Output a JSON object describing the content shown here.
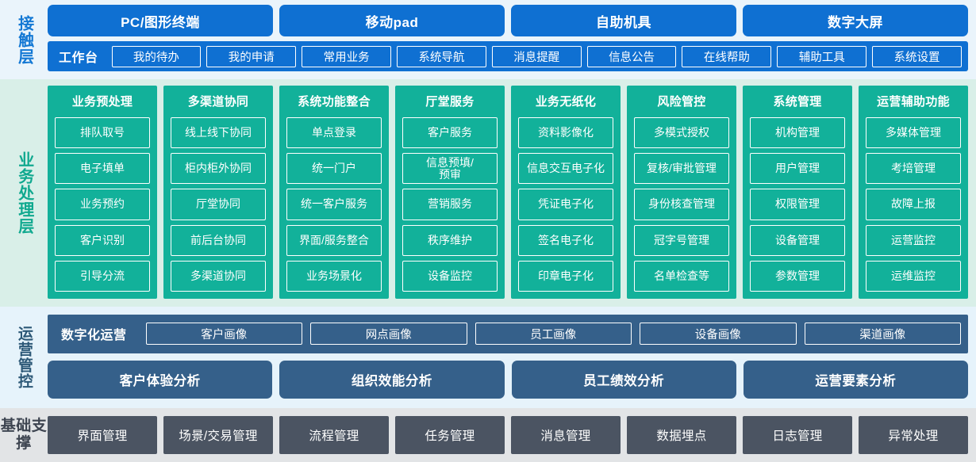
{
  "layers": {
    "contact": {
      "label": "接触层",
      "accent": "#0f70d2",
      "terminals": [
        {
          "label": "PC/图形终端"
        },
        {
          "label": "移动pad"
        },
        {
          "label": "自助机具"
        },
        {
          "label": "数字大屏"
        }
      ],
      "workbench": {
        "title": "工作台",
        "items": [
          {
            "label": "我的待办"
          },
          {
            "label": "我的申请"
          },
          {
            "label": "常用业务"
          },
          {
            "label": "系统导航"
          },
          {
            "label": "消息提醒"
          },
          {
            "label": "信息公告"
          },
          {
            "label": "在线帮助"
          },
          {
            "label": "辅助工具"
          },
          {
            "label": "系统设置"
          }
        ]
      }
    },
    "business": {
      "label": "业务处理层",
      "accent": "#12b19a",
      "columns": [
        {
          "title": "业务预处理",
          "items": [
            {
              "label": "排队取号"
            },
            {
              "label": "电子填单"
            },
            {
              "label": "业务预约"
            },
            {
              "label": "客户识别"
            },
            {
              "label": "引导分流"
            }
          ]
        },
        {
          "title": "多渠道协同",
          "items": [
            {
              "label": "线上线下协同"
            },
            {
              "label": "柜内柜外协同"
            },
            {
              "label": "厅堂协同"
            },
            {
              "label": "前后台协同"
            },
            {
              "label": "多渠道协同"
            }
          ]
        },
        {
          "title": "系统功能整合",
          "items": [
            {
              "label": "单点登录"
            },
            {
              "label": "统一门户"
            },
            {
              "label": "统一客户服务"
            },
            {
              "label": "界面/服务整合"
            },
            {
              "label": "业务场景化"
            }
          ]
        },
        {
          "title": "厅堂服务",
          "items": [
            {
              "label": "客户服务"
            },
            {
              "label": "信息预填/\n预审"
            },
            {
              "label": "营销服务"
            },
            {
              "label": "秩序维护"
            },
            {
              "label": "设备监控"
            }
          ]
        },
        {
          "title": "业务无纸化",
          "items": [
            {
              "label": "资料影像化"
            },
            {
              "label": "信息交互电子化"
            },
            {
              "label": "凭证电子化"
            },
            {
              "label": "签名电子化"
            },
            {
              "label": "印章电子化"
            }
          ]
        },
        {
          "title": "风险管控",
          "items": [
            {
              "label": "多模式授权"
            },
            {
              "label": "复核/审批管理"
            },
            {
              "label": "身份核查管理"
            },
            {
              "label": "冠字号管理"
            },
            {
              "label": "名单检查等"
            }
          ]
        },
        {
          "title": "系统管理",
          "items": [
            {
              "label": "机构管理"
            },
            {
              "label": "用户管理"
            },
            {
              "label": "权限管理"
            },
            {
              "label": "设备管理"
            },
            {
              "label": "参数管理"
            }
          ]
        },
        {
          "title": "运营辅助功能",
          "items": [
            {
              "label": "多媒体管理"
            },
            {
              "label": "考培管理"
            },
            {
              "label": "故障上报"
            },
            {
              "label": "运营监控"
            },
            {
              "label": "运维监控"
            }
          ]
        }
      ]
    },
    "operations": {
      "label": "运营管控",
      "accent": "#35608a",
      "digital_title": "数字化运营",
      "portraits": [
        {
          "label": "客户画像"
        },
        {
          "label": "网点画像"
        },
        {
          "label": "员工画像"
        },
        {
          "label": "设备画像"
        },
        {
          "label": "渠道画像"
        }
      ],
      "analyses": [
        {
          "label": "客户体验分析"
        },
        {
          "label": "组织效能分析"
        },
        {
          "label": "员工绩效分析"
        },
        {
          "label": "运营要素分析"
        }
      ]
    },
    "foundation": {
      "label": "基础支撑",
      "accent": "#4b5462",
      "items": [
        {
          "label": "界面管理"
        },
        {
          "label": "场景/交易管理"
        },
        {
          "label": "流程管理"
        },
        {
          "label": "任务管理"
        },
        {
          "label": "消息管理"
        },
        {
          "label": "数据埋点"
        },
        {
          "label": "日志管理"
        },
        {
          "label": "异常处理"
        }
      ]
    }
  }
}
